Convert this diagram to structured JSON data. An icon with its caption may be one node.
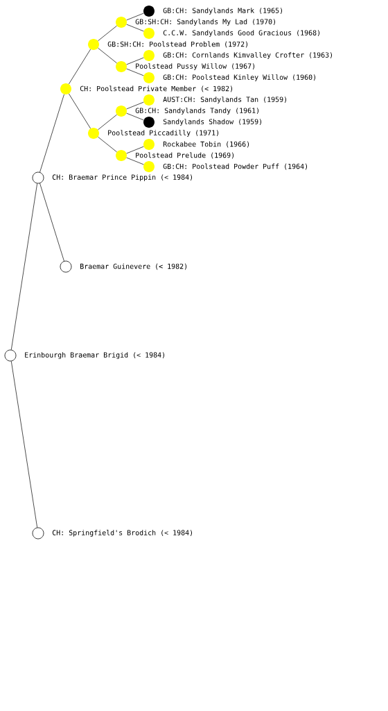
{
  "diagram": {
    "nodes": [
      {
        "text": [
          "GB:CH: Sandylands Mark (1965)"
        ]
      },
      {
        "text": [
          "GB:SH:CH: Sandylands My Lad (1970)"
        ]
      },
      {
        "text": [
          "C.C.W. Sandylands Good Gracious (1968)"
        ]
      },
      {
        "text": [
          "GB:SH:CH: Poolstead Problem (1972)"
        ]
      },
      {
        "text": [
          "GB:CH: Cornlands Kimvalley Crofter (1963)"
        ]
      },
      {
        "text": [
          "Poolstead Pussy Willow (1967)"
        ]
      },
      {
        "text": [
          "GB:CH: Poolstead Kinley Willow (1960)"
        ]
      },
      {
        "text": [
          "CH: Poolstead Private Member (< 1982)"
        ]
      },
      {
        "text": [
          "AUST:CH: Sandylands Tan (1959)"
        ]
      },
      {
        "text": [
          "GB:CH: Sandylands Tandy (1961)"
        ]
      },
      {
        "text": [
          "Sandylands Shadow (1959)"
        ]
      },
      {
        "text": [
          "Poolstead Piccadilly (1971)"
        ]
      },
      {
        "text": [
          "Rockabee Tobin (1966)"
        ]
      },
      {
        "text": [
          "Poolstead Prelude (1969)"
        ]
      },
      {
        "text": [
          "GB:CH: Poolstead Powder Puff (1964)"
        ]
      },
      {
        "text": [
          "CH: Braemar Prince Pippin (< 1984)"
        ]
      },
      {
        "text": [
          "Braemar Guinevere (< 1982)"
        ]
      },
      {
        "text": [
          "Erinbourgh Braemar Brigid (< 1984)"
        ]
      },
      {
        "text": [
          "CH: Springfield's Brodich (< 1984)"
        ]
      }
    ],
    "edges": [
      {
        "from": 17,
        "to": 15,
        "arrow": "none"
      },
      {
        "from": 17,
        "to": 18,
        "arrow": "none"
      },
      {
        "from": 15,
        "to": 7,
        "arrow": "none"
      },
      {
        "from": 15,
        "to": 16,
        "arrow": "none"
      },
      {
        "from": 7,
        "to": 3,
        "arrow": "none"
      },
      {
        "from": 7,
        "to": 11,
        "arrow": "none"
      },
      {
        "from": 3,
        "to": 1,
        "arrow": "none"
      },
      {
        "from": 3,
        "to": 5,
        "arrow": "none"
      },
      {
        "from": 1,
        "to": 0,
        "arrow": "none"
      },
      {
        "from": 1,
        "to": 2,
        "arrow": "none"
      },
      {
        "from": 5,
        "to": 4,
        "arrow": "none"
      },
      {
        "from": 5,
        "to": 6,
        "arrow": "none"
      },
      {
        "from": 11,
        "to": 9,
        "arrow": "none"
      },
      {
        "from": 11,
        "to": 13,
        "arrow": "none"
      },
      {
        "from": 9,
        "to": 8,
        "arrow": "none"
      },
      {
        "from": 9,
        "to": 10,
        "arrow": "none"
      },
      {
        "from": 13,
        "to": 12,
        "arrow": "none"
      },
      {
        "from": 13,
        "to": 14,
        "arrow": "none"
      }
    ]
  }
}
